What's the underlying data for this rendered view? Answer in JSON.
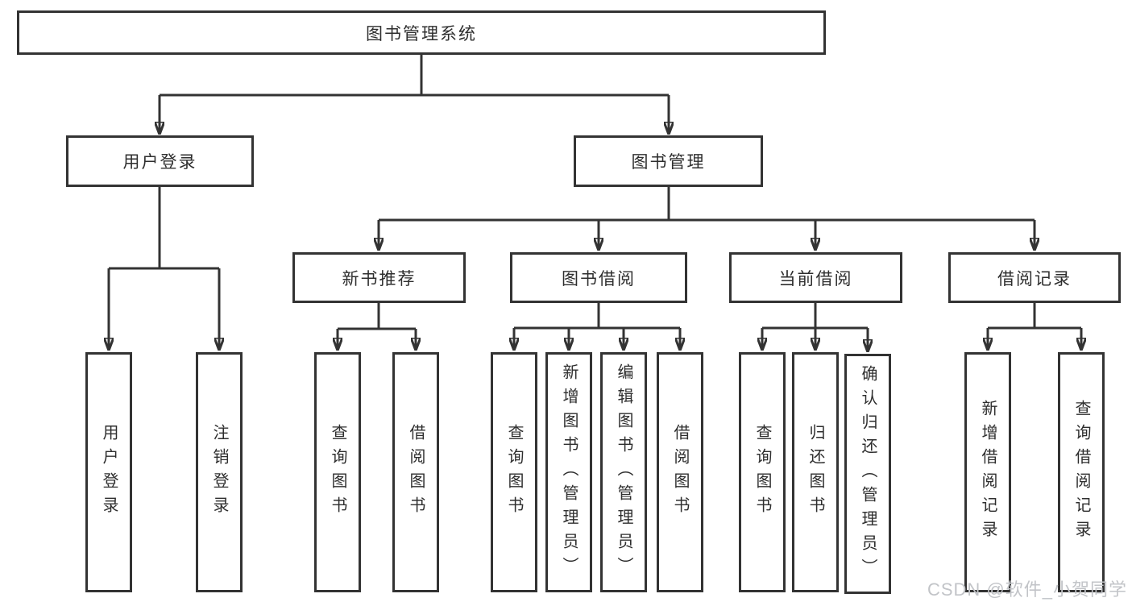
{
  "root": {
    "label": "图书管理系统"
  },
  "branches": [
    {
      "label": "用户登录",
      "children": [
        {
          "label": "用户登录"
        },
        {
          "label": "注销登录"
        }
      ]
    },
    {
      "label": "图书管理",
      "children": [
        {
          "label": "新书推荐",
          "children": [
            {
              "label": "查询图书"
            },
            {
              "label": "借阅图书"
            }
          ]
        },
        {
          "label": "图书借阅",
          "children": [
            {
              "label": "查询图书"
            },
            {
              "label": "新增图书（管理员）"
            },
            {
              "label": "编辑图书（管理员）"
            },
            {
              "label": "借阅图书"
            }
          ]
        },
        {
          "label": "当前借阅",
          "children": [
            {
              "label": "查询图书"
            },
            {
              "label": "归还图书"
            },
            {
              "label": "确认归还（管理员）"
            }
          ]
        },
        {
          "label": "借阅记录",
          "children": [
            {
              "label": "新增借阅记录"
            },
            {
              "label": "查询借阅记录"
            }
          ]
        }
      ]
    }
  ],
  "watermark": {
    "text": "CSDN @软件_小贺同学"
  },
  "colors": {
    "line": "#333333",
    "border": "#333333",
    "text": "#2e2e2e",
    "watermark": "#c2c4c8",
    "background": "#ffffff"
  }
}
